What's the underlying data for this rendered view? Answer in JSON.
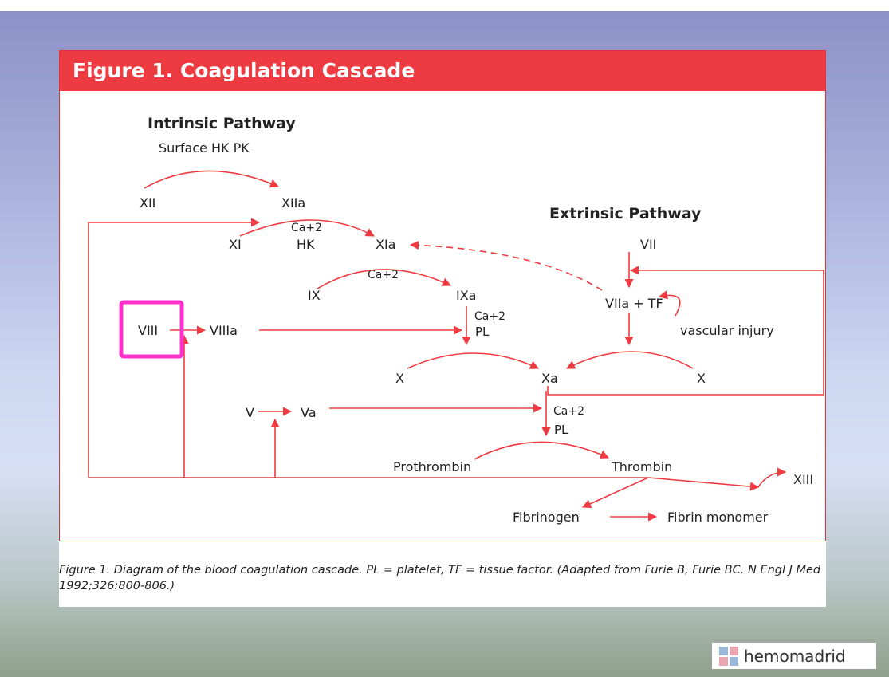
{
  "figure": {
    "title": "Figure 1. Coagulation Cascade",
    "intrinsic_title": "Intrinsic Pathway",
    "intrinsic_sub": "Surface HK PK",
    "extrinsic_title": "Extrinsic Pathway",
    "nodes": {
      "xii": "XII",
      "xiia": "XIIa",
      "xi": "XI",
      "xia": "XIa",
      "ca_hk_1": "Ca+2",
      "hk": "HK",
      "ix": "IX",
      "ca_ix": "Ca+2",
      "ixa": "IXa",
      "ca_ixa": "Ca+2",
      "pl_ixa": "PL",
      "viii": "VIII",
      "viiia": "VIIIa",
      "vii": "VII",
      "viia_tf": "VIIa + TF",
      "vascular_injury": "vascular injury",
      "x_left": "X",
      "xa": "Xa",
      "x_right": "X",
      "v": "V",
      "va": "Va",
      "ca_xa": "Ca+2",
      "pl_xa": "PL",
      "prothrombin": "Prothrombin",
      "thrombin": "Thrombin",
      "xiii": "XIII",
      "fibrinogen": "Fibrinogen",
      "fibrin_monomer": "Fibrin monomer"
    }
  },
  "caption": "Figure 1. Diagram of the blood coagulation cascade. PL = platelet, TF = tissue factor. (Adapted from Furie B, Furie BC. N Engl J Med 1992;326:800-806.)",
  "highlight_color": "#ff33cc",
  "arrow_color": "#ee3b42",
  "logo": {
    "text": "hemomadrid",
    "icon": "hemomadrid-logo-icon"
  }
}
